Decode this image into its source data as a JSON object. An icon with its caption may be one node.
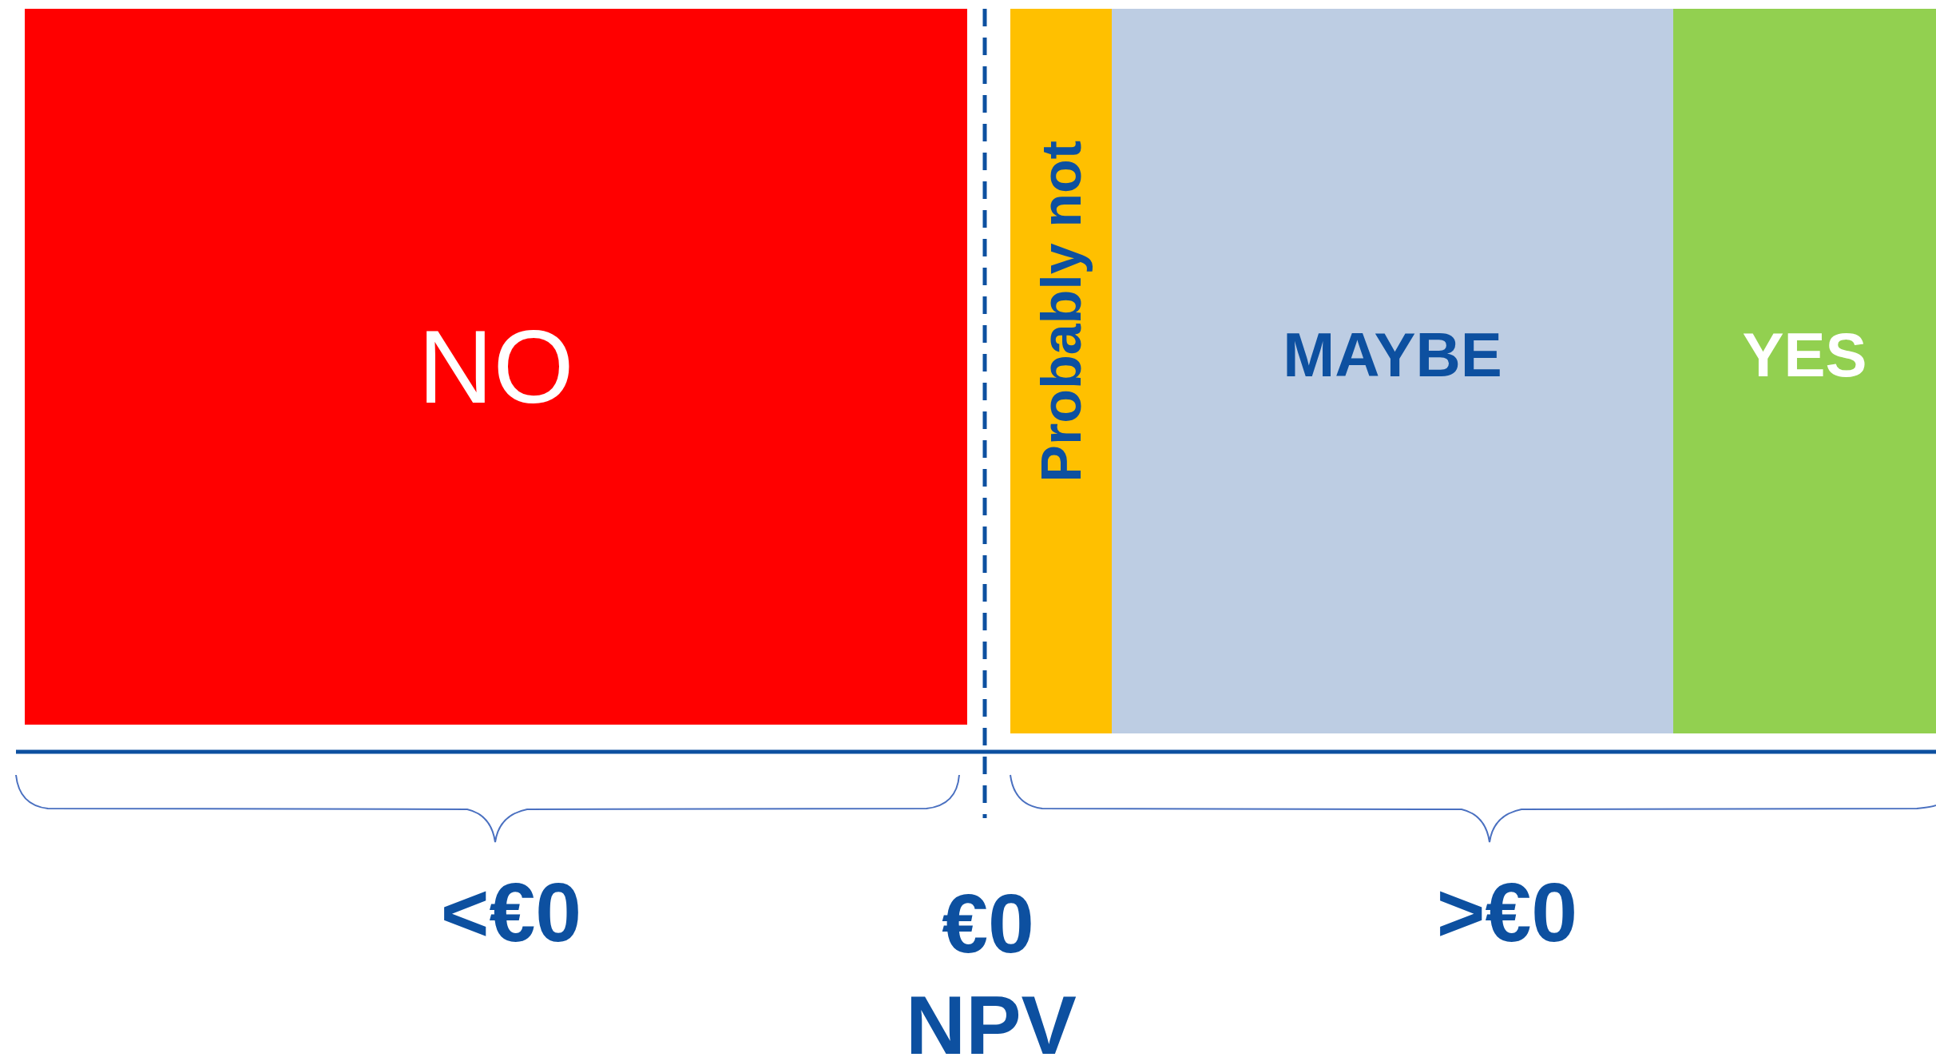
{
  "diagram": {
    "nodes": [
      {
        "text": [
          "NO"
        ]
      },
      {
        "text": [
          "Probably not"
        ]
      },
      {
        "text": [
          "MAYBE"
        ]
      },
      {
        "text": [
          "YES"
        ]
      }
    ],
    "labels": [
      "<€0",
      "€0",
      ">€0",
      "NPV"
    ]
  }
}
